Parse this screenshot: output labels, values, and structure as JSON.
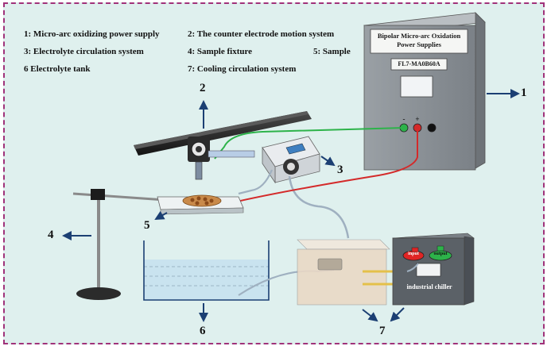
{
  "legend": {
    "item1": "1: Micro-arc oxidizing power supply",
    "item2": "2:  The counter electrode motion system",
    "item3": "3: Electrolyte circulation system",
    "item4": "4: Sample fixture",
    "item5": "5: Sample",
    "item6": "6 Electrolyte tank",
    "item7": "7: Cooling circulation system"
  },
  "power_supply": {
    "title_line1": "Bipolar Micro-arc Oxidation",
    "title_line2": "Power Supplies",
    "model": "FL7-MA0B60A",
    "minus": "-",
    "plus": "+"
  },
  "chiller": {
    "label": "industrial chiller",
    "input": "input",
    "output": "output"
  },
  "callouts": {
    "n1": "1",
    "n2": "2",
    "n3": "3",
    "n4": "4",
    "n5": "5",
    "n6": "6",
    "n7": "7"
  },
  "colors": {
    "frame": "#a0327a",
    "background": "#dff0ee",
    "arrow": "#1b3f73",
    "wire_green": "#2db34a",
    "wire_red": "#d42a2a",
    "cabinet": "#8a8f94"
  }
}
